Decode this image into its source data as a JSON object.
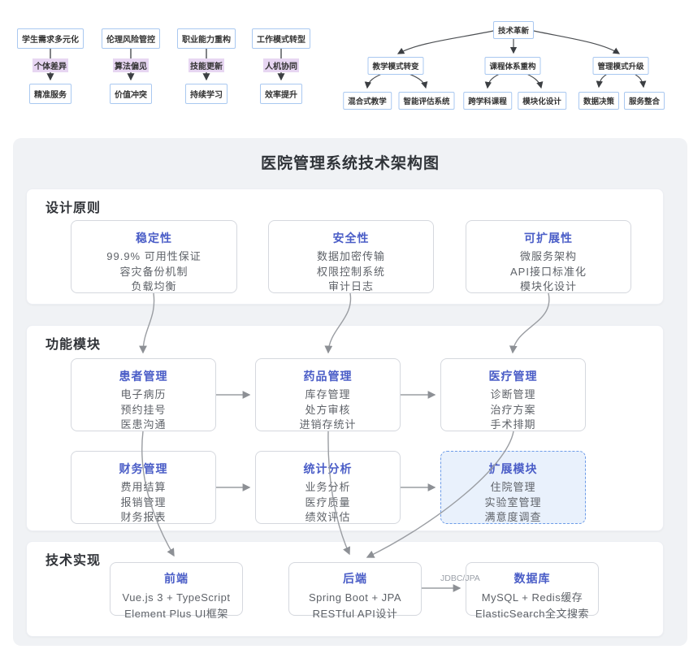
{
  "colors": {
    "accent_blue_title": "#4a5dc7",
    "panel_bg": "#f0f2f5",
    "node_border": "#d5d8de",
    "dashed_node_border": "#6d9ce8",
    "dashed_node_bg": "#e9f1fc",
    "mini_box_border": "#a9c8f0",
    "mini_label_bg": "#e7d6f2",
    "arrow_gray": "#9a9da2",
    "arrow_dark": "#3c3f43"
  },
  "mini_flows": [
    {
      "top": "学生需求多元化",
      "label": "个体差异",
      "bottom": "精准服务"
    },
    {
      "top": "伦理风险管控",
      "label": "算法偏见",
      "bottom": "价值冲突"
    },
    {
      "top": "职业能力重构",
      "label": "技能更新",
      "bottom": "持续学习"
    },
    {
      "top": "工作模式转型",
      "label": "人机协同",
      "bottom": "效率提升"
    }
  ],
  "tree": {
    "root": "技术革新",
    "branches": [
      {
        "label": "教学模式转变",
        "children": [
          "混合式教学",
          "智能评估系统"
        ]
      },
      {
        "label": "课程体系重构",
        "children": [
          "跨学科课程",
          "模块化设计"
        ]
      },
      {
        "label": "管理模式升级",
        "children": [
          "数据决策",
          "服务整合"
        ]
      }
    ]
  },
  "arch_title": "医院管理系统技术架构图",
  "principles": {
    "label": "设计原则",
    "boxes": [
      {
        "title": "稳定性",
        "items": [
          "99.9% 可用性保证",
          "容灾备份机制",
          "负载均衡"
        ]
      },
      {
        "title": "安全性",
        "items": [
          "数据加密传输",
          "权限控制系统",
          "审计日志"
        ]
      },
      {
        "title": "可扩展性",
        "items": [
          "微服务架构",
          "API接口标准化",
          "模块化设计"
        ]
      }
    ]
  },
  "modules": {
    "label": "功能模块",
    "boxes": [
      {
        "title": "患者管理",
        "items": [
          "电子病历",
          "预约挂号",
          "医患沟通"
        ]
      },
      {
        "title": "药品管理",
        "items": [
          "库存管理",
          "处方审核",
          "进销存统计"
        ]
      },
      {
        "title": "医疗管理",
        "items": [
          "诊断管理",
          "治疗方案",
          "手术排期"
        ]
      },
      {
        "title": "财务管理",
        "items": [
          "费用结算",
          "报销管理",
          "财务报表"
        ]
      },
      {
        "title": "统计分析",
        "items": [
          "业务分析",
          "医疗质量",
          "绩效评估"
        ]
      },
      {
        "title": "扩展模块",
        "items": [
          "住院管理",
          "实验室管理",
          "满意度调查"
        ]
      }
    ]
  },
  "tech": {
    "label": "技术实现",
    "boxes": [
      {
        "title": "前端",
        "items": [
          "Vue.js 3 + TypeScript",
          "Element Plus UI框架"
        ]
      },
      {
        "title": "后端",
        "items": [
          "Spring Boot + JPA",
          "RESTful API设计"
        ]
      },
      {
        "title": "数据库",
        "items": [
          "MySQL + Redis缓存",
          "ElasticSearch全文搜索"
        ]
      }
    ]
  },
  "db_edge_label": "JDBC/JPA"
}
